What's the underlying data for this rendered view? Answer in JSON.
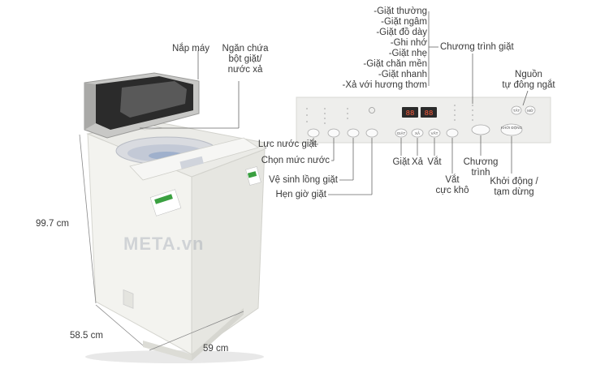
{
  "machine_labels": {
    "lid": "Nắp máy",
    "detergent_box_line1": "Ngăn chứa",
    "detergent_box_line2": "bột giặt/",
    "detergent_box_line3": "nước xả"
  },
  "dimensions": {
    "height": "99.7 cm",
    "depth": "58.5 cm",
    "width": "59 cm"
  },
  "programs": [
    "-Giặt thường",
    "-Giặt ngâm",
    "-Giặt đồ dày",
    "-Ghi nhớ",
    "-Giặt nhẹ",
    "-Giặt chăn mền",
    "-Giặt nhanh",
    "-Xả với hương thơm"
  ],
  "program_label": "Chương trình giặt",
  "auto_off_line1": "Nguồn",
  "auto_off_line2": "tự đông ngắt",
  "left_buttons": [
    "Lực nước giặt",
    "Chọn mức nước",
    "Vệ sinh lồng giặt",
    "Hẹn giờ giặt"
  ],
  "bottom_buttons": {
    "wash": "Giặt",
    "rinse": "Xả",
    "spin": "Vắt",
    "spin_dry_line1": "Vắt",
    "spin_dry_line2": "cực khô",
    "program_line1": "Chương",
    "program_line2": "trình",
    "start_line1": "Khởi động /",
    "start_line2": "tạm dừng"
  },
  "panel_text": {
    "btn_wash": "GIẶT",
    "btn_rinse": "XẢ",
    "btn_spin": "VẮT",
    "btn_start": "KHỞI ĐỘNG",
    "btn_power": "TẮT",
    "btn_on": "MỞ",
    "display_left": "88",
    "display_right": "88"
  },
  "watermark": "META.vn",
  "colors": {
    "body": "#f2f2ee",
    "panel": "#eeeeec",
    "line": "#6a6a6a",
    "energy_label": "#3aa040",
    "display": "#2a2a2a"
  }
}
